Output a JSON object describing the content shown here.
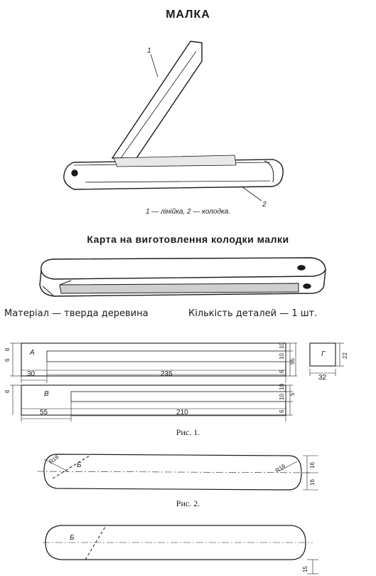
{
  "title": "МАЛКА",
  "figure_legend": "1 — лінійка, 2 — колодка.",
  "callouts": {
    "ruler": "1",
    "block": "2"
  },
  "card_title": "Карта на виготовлення колодки малки",
  "material": "Матеріал — тверда деревина",
  "quantity": "Кількість деталей — 1 шт.",
  "fig1": {
    "caption": "Рис. 1.",
    "part_a": {
      "label": "А",
      "dims": [
        "30",
        "235",
        "10",
        "10",
        "55",
        "6",
        "6",
        "6"
      ]
    },
    "part_v": {
      "label": "В",
      "dims": [
        "55",
        "210",
        "10",
        "10",
        "5",
        "6",
        "6"
      ]
    },
    "part_g": {
      "label": "Г",
      "dims": [
        "32",
        "22"
      ]
    }
  },
  "fig2": {
    "caption": "Рис. 2.",
    "label": "Б",
    "dims": [
      "R16",
      "R16",
      "16",
      "16"
    ]
  },
  "fig3": {
    "label": "Б",
    "dims": [
      "15"
    ]
  }
}
